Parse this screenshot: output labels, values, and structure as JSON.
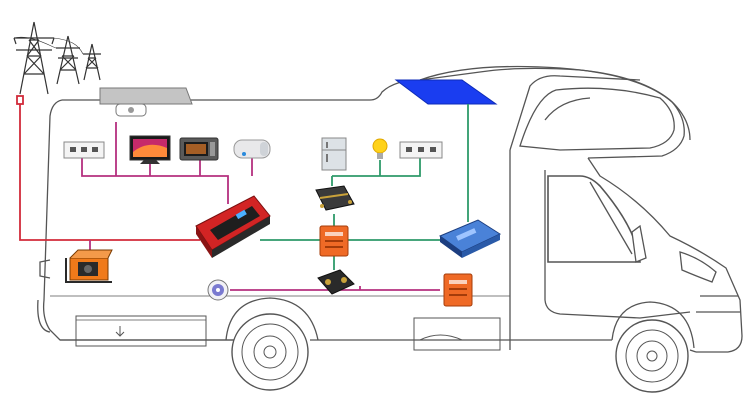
{
  "colors": {
    "ac_wire": "#b5307f",
    "dc_wire": "#2e9a6a",
    "grid_wire": "#d22b3a",
    "panel": "#1a3df0",
    "vehicle_outline": "#555555",
    "breaker": "#e8672a",
    "controller": "#3a6fc4"
  },
  "components": [
    {
      "id": "power-grid",
      "icon": "transmission-tower-icon"
    },
    {
      "id": "solar-panel",
      "icon": "solar-panel-icon"
    },
    {
      "id": "generator",
      "icon": "generator-icon"
    },
    {
      "id": "inverter-charger",
      "icon": "inverter-icon"
    },
    {
      "id": "solar-charge-controller",
      "icon": "charge-controller-icon"
    },
    {
      "id": "dc-fuse-box",
      "icon": "fuse-block-icon"
    },
    {
      "id": "battery-switch",
      "icon": "battery-switch-icon"
    },
    {
      "id": "circuit-breaker",
      "icon": "circuit-breaker-icon"
    },
    {
      "id": "battery-breaker",
      "icon": "circuit-breaker-icon"
    },
    {
      "id": "shore-power-inlet",
      "icon": "shore-inlet-icon"
    },
    {
      "id": "ac-outlet-strip",
      "icon": "power-outlet-icon"
    },
    {
      "id": "dc-outlet-strip",
      "icon": "power-outlet-icon"
    },
    {
      "id": "television",
      "icon": "tv-icon"
    },
    {
      "id": "microwave-oven",
      "icon": "microwave-icon"
    },
    {
      "id": "water-heater",
      "icon": "water-heater-icon"
    },
    {
      "id": "refrigerator",
      "icon": "fridge-icon"
    },
    {
      "id": "light-bulb",
      "icon": "bulb-icon"
    }
  ]
}
